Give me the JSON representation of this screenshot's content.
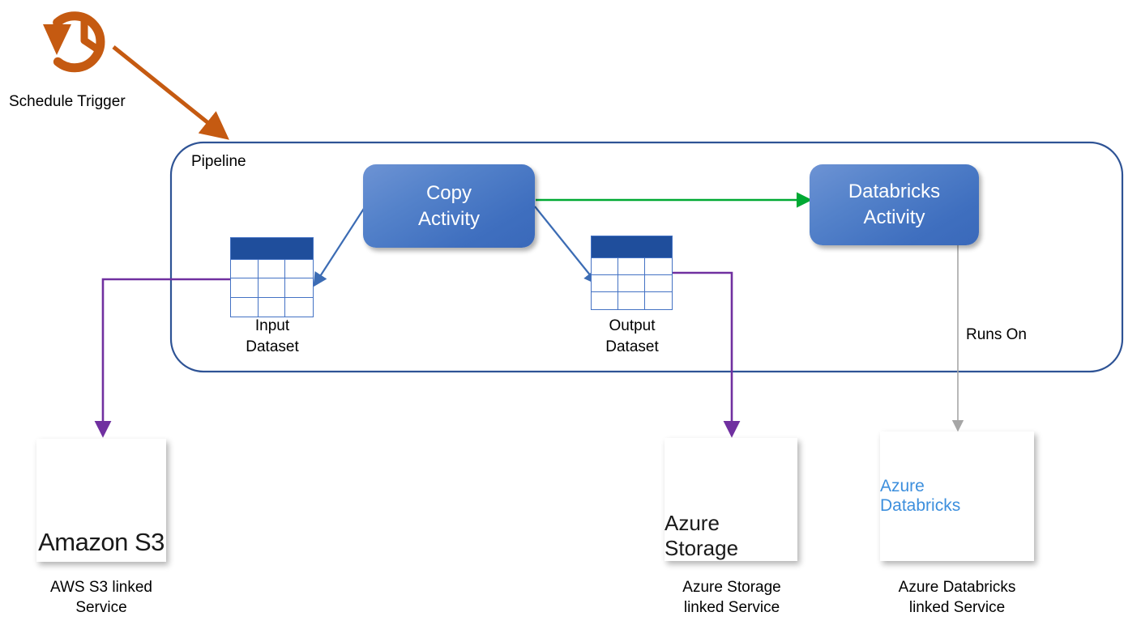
{
  "diagram": {
    "title": "Azure Data Factory pipeline diagram",
    "colors": {
      "trigger_orange": "#C55A11",
      "pipeline_blue": "#2E5395",
      "activity_blue": "#4472C4",
      "dataset_header": "#1F4E9C",
      "connector_green": "#00A933",
      "connector_purple": "#7030A0",
      "connector_gray": "#A6A6A6",
      "s3_red": "#D44B3D",
      "azure_blue": "#0078D4",
      "databricks_orange": "#F05A22",
      "databricks_text_blue": "#3D8FDD"
    }
  },
  "trigger": {
    "icon": "clock-rewind-icon",
    "label": "Schedule Trigger"
  },
  "pipeline": {
    "label": "Pipeline"
  },
  "activities": [
    {
      "id": "copy",
      "label": "Copy\nActivity"
    },
    {
      "id": "databricks",
      "label": "Databricks\nActivity"
    }
  ],
  "datasets": [
    {
      "id": "input",
      "label": "Input\nDataset"
    },
    {
      "id": "output",
      "label": "Output\nDataset"
    }
  ],
  "connectors": [
    {
      "id": "trigger-to-pipeline",
      "from": "Schedule Trigger",
      "to": "Pipeline",
      "color": "#C55A11",
      "label": ""
    },
    {
      "id": "input-to-copy",
      "from": "Input Dataset",
      "to": "Copy Activity",
      "color": "#4472C4",
      "label": ""
    },
    {
      "id": "copy-to-output",
      "from": "Copy Activity",
      "to": "Output Dataset",
      "color": "#4472C4",
      "label": ""
    },
    {
      "id": "copy-to-databricks",
      "from": "Copy Activity",
      "to": "Databricks Activity",
      "color": "#00A933",
      "label": ""
    },
    {
      "id": "input-to-s3",
      "from": "Input Dataset",
      "to": "AWS S3 linked Service",
      "color": "#7030A0",
      "label": ""
    },
    {
      "id": "output-to-storage",
      "from": "Output Dataset",
      "to": "Azure Storage linked Service",
      "color": "#7030A0",
      "label": ""
    },
    {
      "id": "databricks-runs-on",
      "from": "Databricks Activity",
      "to": "Azure Databricks linked Service",
      "color": "#A6A6A6",
      "label": "Runs On"
    }
  ],
  "runs_on_label": "Runs On",
  "services": [
    {
      "id": "s3",
      "logo_text": "Amazon S3",
      "logo_icon": "amazon-s3-icon",
      "caption": "AWS S3 linked\nService"
    },
    {
      "id": "azure-storage",
      "logo_text": "Azure Storage",
      "logo_icon": "azure-storage-icon",
      "caption": "Azure Storage\nlinked Service"
    },
    {
      "id": "azure-databricks",
      "logo_text": "Azure Databricks",
      "logo_icon": "azure-databricks-icon",
      "caption": "Azure Databricks\nlinked Service"
    }
  ]
}
